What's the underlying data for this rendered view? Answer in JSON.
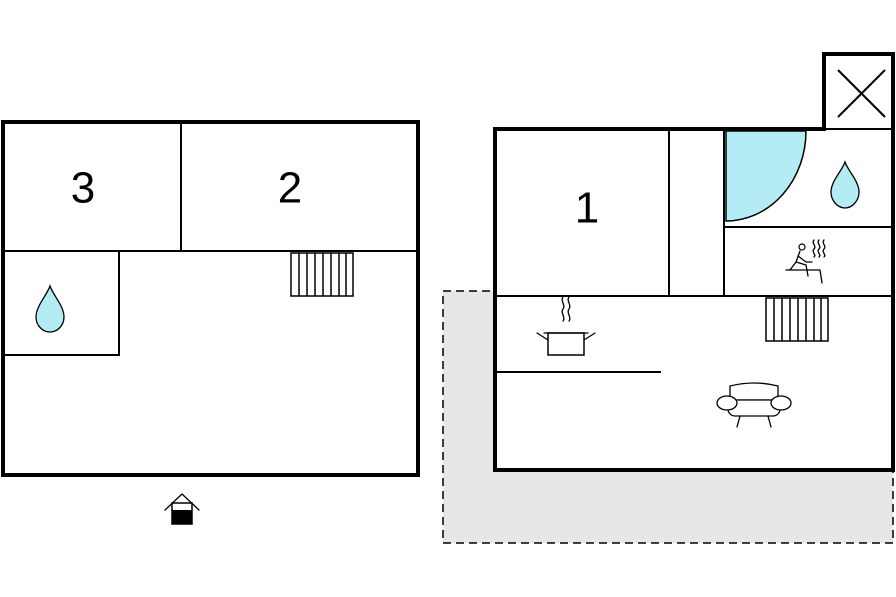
{
  "floor_plan": {
    "rooms": [
      {
        "id": "room-3",
        "label": "3"
      },
      {
        "id": "room-2",
        "label": "2"
      },
      {
        "id": "room-1",
        "label": "1"
      }
    ],
    "colors": {
      "wall": "#000000",
      "water": "#b3ecf5",
      "terrace": "#e6e6e6",
      "background": "#ffffff"
    },
    "icons": [
      "water-drop-icon",
      "radiator-icon",
      "entrance-icon",
      "cooking-pot-icon",
      "sofa-icon",
      "sauna-icon",
      "hot-tub-icon",
      "void-cross-icon"
    ]
  }
}
